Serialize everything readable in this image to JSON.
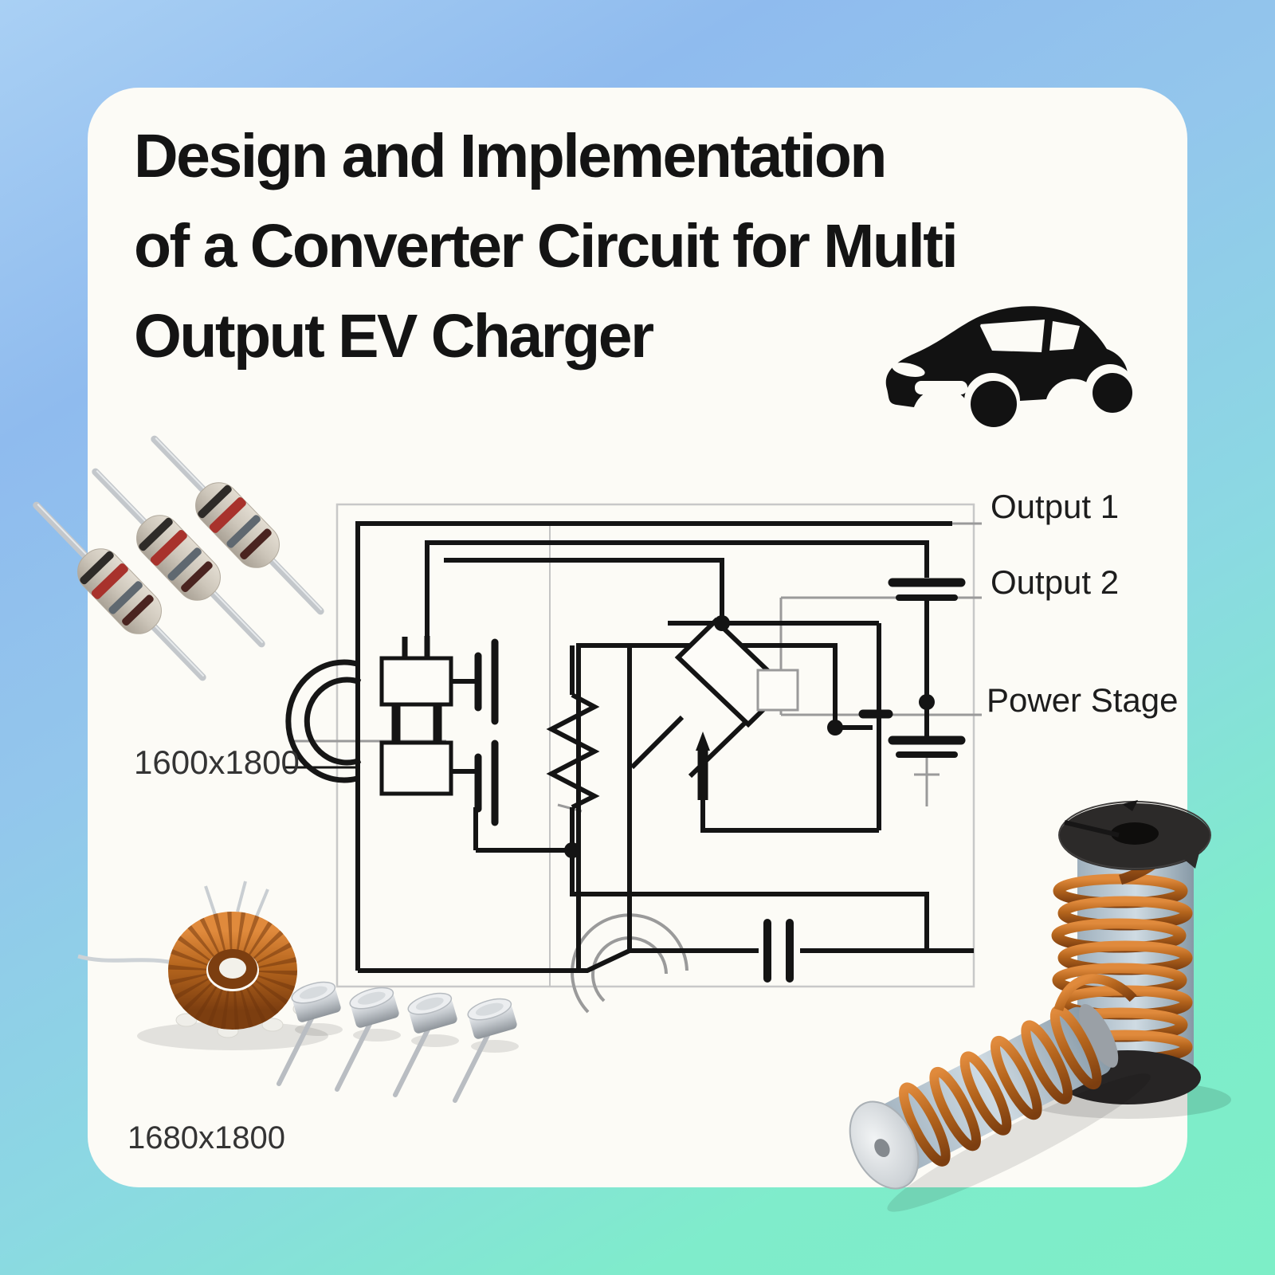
{
  "title": {
    "lines": [
      "Design and Implementation",
      "of a Converter Circuit for Multi",
      "Output EV Charger"
    ]
  },
  "circuit": {
    "labels": {
      "output1": "Output 1",
      "output2": "Output 2",
      "power_stage": "Power Stage"
    },
    "dimension_note_left": "1600x1800",
    "dimension_note_bottom": "1680x1800"
  },
  "icons": {
    "car": "car-icon",
    "resistors": "resistor-photo",
    "toroid": "toroidal-inductor-photo",
    "diodes": "diode-pins-photo",
    "spools": "copper-wire-spools-photo"
  },
  "colors": {
    "background_blue": "#8fbbee",
    "background_mint": "#7deec7",
    "card": "#fcfbf6",
    "wire_black": "#141414",
    "wire_grey": "#9a9a9a",
    "copper": "#b5651d",
    "title_text": "#141414"
  }
}
